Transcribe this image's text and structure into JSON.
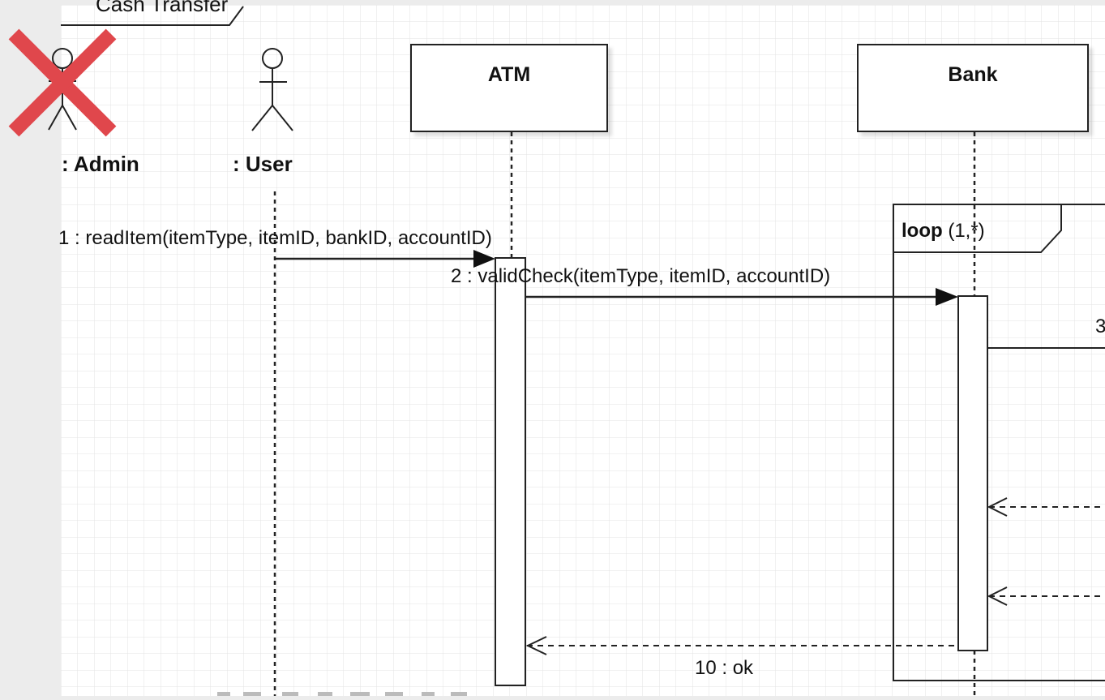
{
  "diagram": {
    "frame_title": "Cash Transfer",
    "participants": {
      "admin": {
        "label": ": Admin",
        "type": "actor"
      },
      "user": {
        "label": ": User",
        "type": "actor"
      },
      "atm": {
        "label": "ATM",
        "type": "object"
      },
      "bank": {
        "label": "Bank",
        "type": "object"
      }
    },
    "loop": {
      "keyword": "loop",
      "condition": " (1,*)"
    },
    "messages": [
      {
        "label": "1 : readItem(itemType, itemID, bankID, accountID)",
        "kind": "sync"
      },
      {
        "label": "2 : validCheck(itemType, itemID, accountID)",
        "kind": "sync"
      },
      {
        "label": "3",
        "kind": "sync"
      },
      {
        "label": "",
        "kind": "return"
      },
      {
        "label": "",
        "kind": "return"
      },
      {
        "label": "10 : ok",
        "kind": "return"
      }
    ]
  },
  "overlay": {
    "icon": "close-x-icon",
    "color": "#e0474c"
  },
  "colors": {
    "canvas": "#ffffff",
    "grid": "#e3e3e3",
    "line": "#222222"
  }
}
